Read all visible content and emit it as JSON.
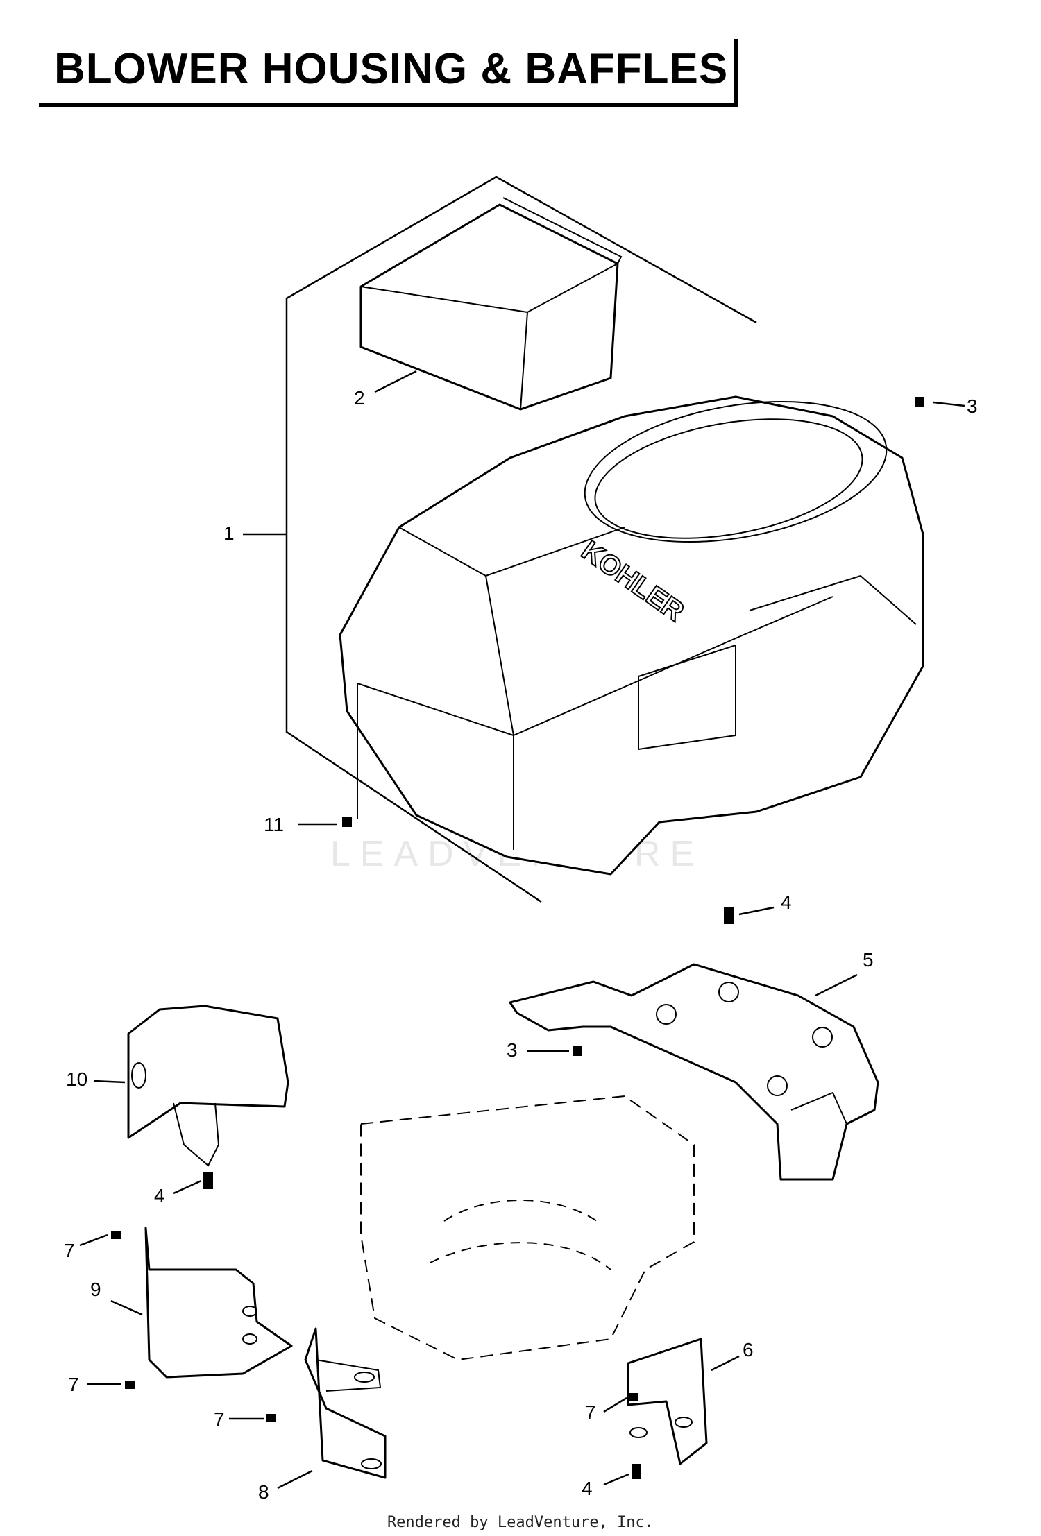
{
  "title": "BLOWER HOUSING & BAFFLES",
  "logo_text": "KOHLER",
  "watermark": "LEADVENTURE",
  "footer": "Rendered by LeadVenture, Inc.",
  "callouts": [
    "1",
    "2",
    "3",
    "3",
    "4",
    "4",
    "4",
    "5",
    "6",
    "7",
    "7",
    "7",
    "7",
    "8",
    "9",
    "10",
    "11"
  ]
}
